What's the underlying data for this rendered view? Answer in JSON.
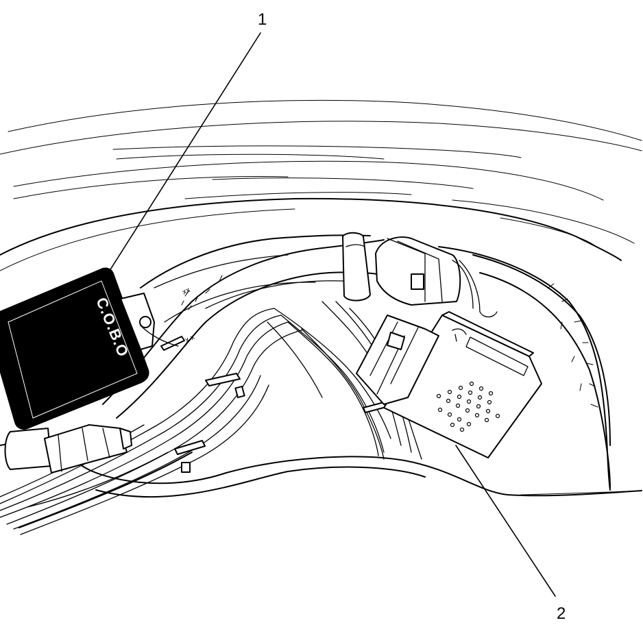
{
  "diagram": {
    "callouts": [
      {
        "number": "1"
      },
      {
        "number": "2"
      }
    ],
    "module_label": "C.O.B.O"
  }
}
